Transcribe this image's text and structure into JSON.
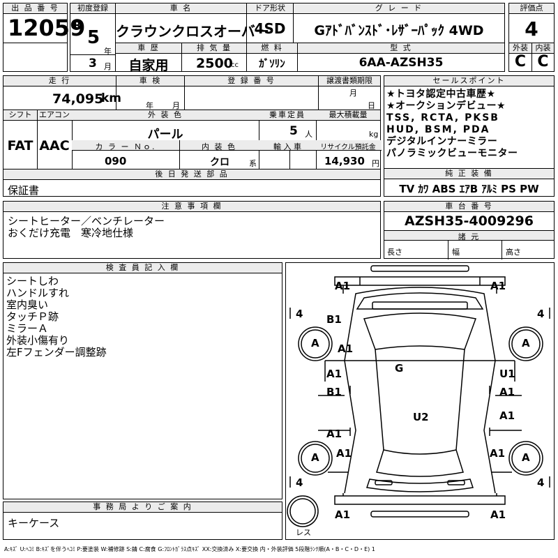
{
  "header": {
    "lot_label": "出 品 番 号",
    "lot_number": "12059",
    "first_reg_label": "初度登録",
    "era": "R",
    "year": "5",
    "year_unit": "年",
    "month": "3",
    "month_unit": "月",
    "name_label": "車 名",
    "car_name": "クラウンクロスオーバー",
    "door_label": "ドア形状",
    "door": "4SD",
    "grade_label": "グ レ ー ド",
    "grade": "Gｱﾄﾞﾊﾞﾝｽﾄﾞ･ﾚｻﾞｰﾊﾟｯｸ 4WD",
    "score_label": "評価点",
    "score": "4",
    "history_label": "車 歴",
    "history": "自家用",
    "displacement_label": "排 気 量",
    "displacement": "2500",
    "displacement_unit": "cc",
    "fuel_label": "燃 料",
    "fuel": "ｶﾞｿﾘﾝ",
    "model_label": "型 式",
    "model": "6AA-AZSH35",
    "ext_label": "外装",
    "ext_grade": "C",
    "int_label": "内装",
    "int_grade": "C"
  },
  "row2": {
    "mileage_label": "走 行",
    "mileage": "74,095",
    "mileage_unit": "km",
    "inspection_label": "車 検",
    "insp_year": "年",
    "insp_month": "月",
    "reg_label": "登 録 番 号",
    "transfer_label": "譲渡書類期限",
    "transfer_month": "月",
    "transfer_day": "日"
  },
  "row3": {
    "shift_label": "シフト",
    "shift": "FAT",
    "ac_label": "エアコン",
    "ac": "AAC",
    "color_label": "外 装 色",
    "color": "パール",
    "capacity_label": "乗車定員",
    "capacity": "5",
    "capacity_unit": "人",
    "load_label": "最大積載量",
    "load_unit": "kg",
    "color_no_label": "カ ラ ー Ｎｏ.",
    "color_no": "090",
    "interior_label": "内 装 色",
    "interior": "クロ",
    "interior_suffix": "系",
    "import_label": "輸 入 車",
    "recycle_label": "リサイクル預託金",
    "recycle": "14,930",
    "recycle_unit": "円"
  },
  "later_items": {
    "label": "後 日 発 送 部 品",
    "text": "保証書"
  },
  "sales_points": {
    "label": "セールスポイント",
    "lines": [
      "★トヨタ認定中古車歴★",
      "★オークションデビュー★",
      "TSS, RCTA, PKSB",
      "HUD, BSM, PDA",
      "デジタルインナーミラー",
      "パノラミックビューモニター"
    ]
  },
  "equipment": {
    "label": "純 正 装 備",
    "text": "TV ｶﾜ ABS ｴｱB ｱﾙﾐ PS PW"
  },
  "notes": {
    "label": "注 意 事 項 欄",
    "lines": [
      "シートヒーター／ベンチレーター",
      "おくだけ充電　寒冷地仕様"
    ]
  },
  "chassis": {
    "label": "車 台 番 号",
    "number": "AZSH35-4009296",
    "dims_label": "諸 元",
    "length": "長さ",
    "width": "幅",
    "height": "高さ"
  },
  "inspector": {
    "label": "検 査 員 記 入 欄",
    "lines": [
      "シートしわ",
      "ハンドルすれ",
      "室内臭い",
      "タッチＰ跡",
      "ミラーＡ",
      "外装小傷有り",
      "左Fフェンダー調整跡"
    ]
  },
  "office": {
    "label": "事 務 局 よ り ご 案 内",
    "text": "キーケース"
  },
  "diagram": {
    "marks": {
      "front_l": "A1",
      "front_r": "A1",
      "hood_l": "B1",
      "fender_l_a": "A1",
      "roof": "G",
      "door_fl_1": "A1",
      "door_fl_2": "B1",
      "door_fr_1": "U1",
      "door_fr_2": "A1",
      "trunk": "U2",
      "door_rl": "A1",
      "door_rr": "A1",
      "quarter_l": "A1",
      "quarter_r": "A1",
      "rear_l": "A1",
      "rear_r": "A1",
      "wheel": "A",
      "tread": "4"
    },
    "spare_label": "レス"
  },
  "legend": "A:ｷｽﾞ U:ﾍｺﾐ B:ｷｽﾞを伴うﾍｺﾐ P:要塗装 W:補修跡 S:錆 C:腐食 G:ﾌﾛﾝﾄｶﾞﾗｽ点ｷｽﾞ XX:交換済み X:要交換 内・外装評価 5段階ﾗﾝｸ順(A・B・C・D・E) 1"
}
